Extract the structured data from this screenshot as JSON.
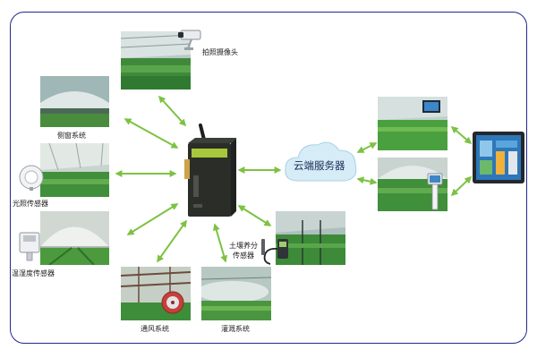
{
  "labels": {
    "camera": "拍照摄像头",
    "side_window": "侧窗系统",
    "light_sensor": "光照传感器",
    "temp_humidity_sensor": "温湿度传感器",
    "ventilation": "通风系统",
    "irrigation": "灌溉系统",
    "soil_nutrient_sensor_line1": "土壤养分",
    "soil_nutrient_sensor_line2": "传感器",
    "cloud_server": "云端服务器"
  },
  "colors": {
    "frame": "#1e2a8c",
    "arrow": "#7dc242",
    "gateway_body": "#2a2d28",
    "cloud": "#d6ecf7"
  },
  "icons": [
    "camera-icon",
    "light-sensor-icon",
    "temp-humidity-sensor-icon",
    "soil-sensor-icon",
    "fan-icon",
    "gateway-device-icon",
    "cloud-icon",
    "monitor-icon",
    "kiosk-icon"
  ]
}
